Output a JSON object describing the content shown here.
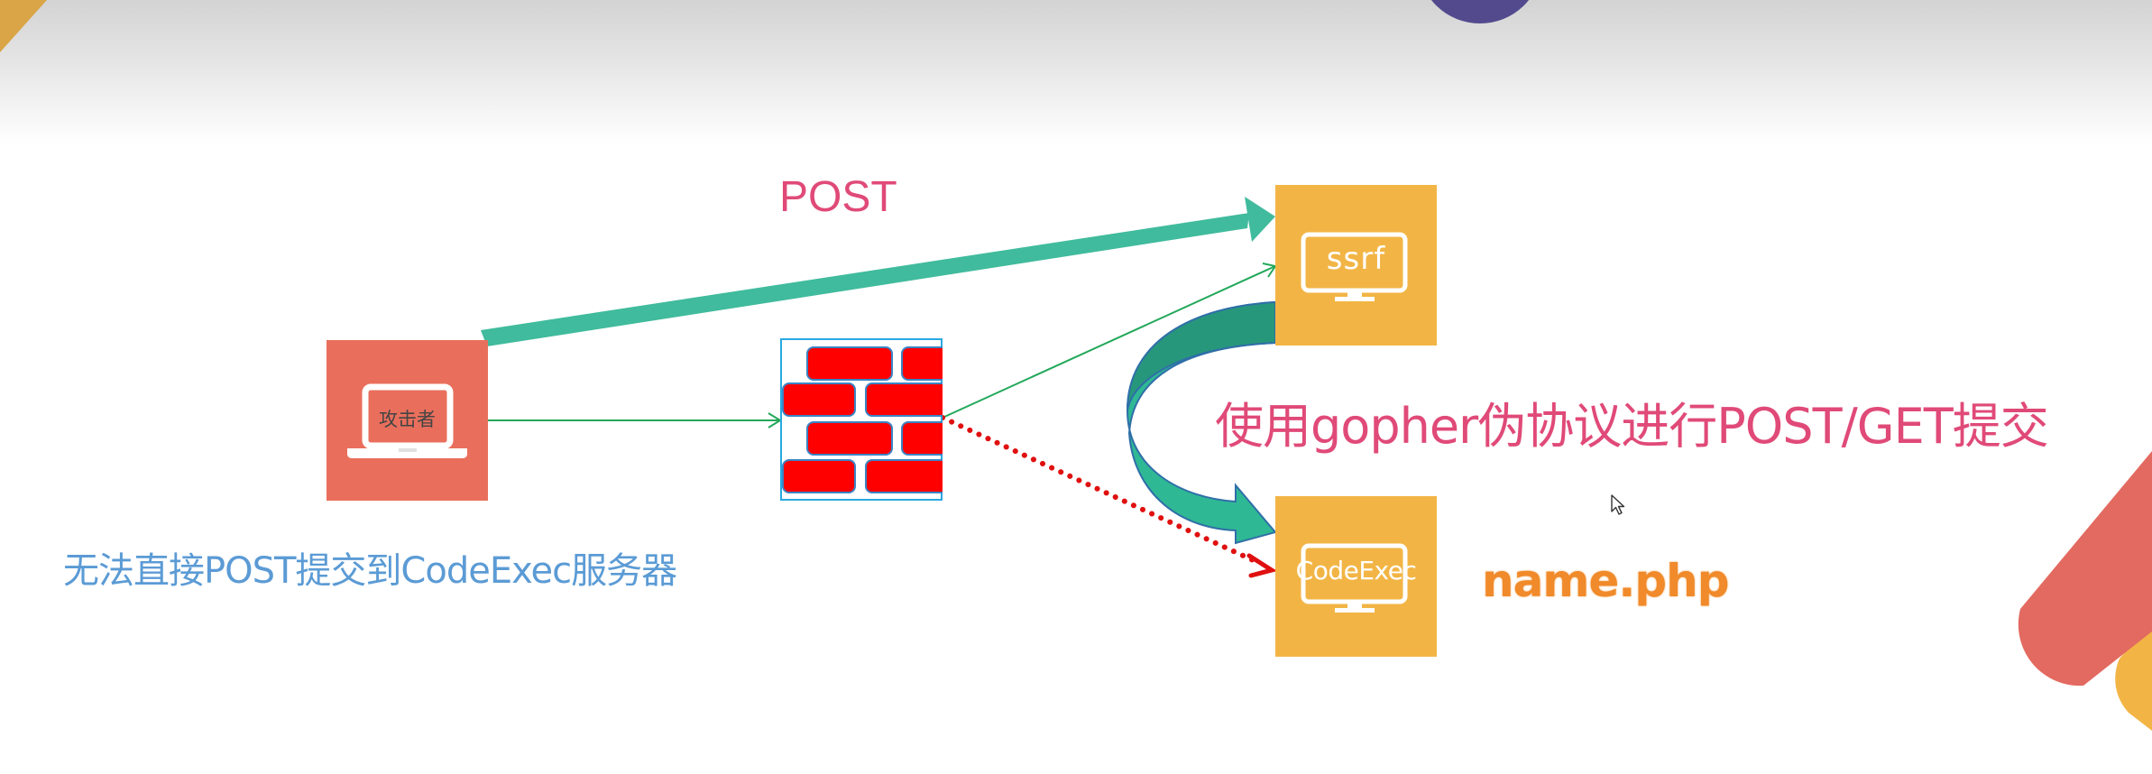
{
  "slide": {
    "title_post": "POST",
    "caption_blocked": "无法直接POST提交到CodeExec服务器",
    "caption_gopher": "使用gopher伪协议进行POST/GET提交",
    "target_file": "name.php"
  },
  "nodes": {
    "attacker": {
      "label": "攻击者",
      "icon": "laptop-icon",
      "color": "#e96f5c"
    },
    "firewall": {
      "icon": "firewall-brick-icon",
      "brick_color": "#ff0000",
      "border_color": "#29a9e0"
    },
    "ssrf": {
      "label": "ssrf",
      "icon": "monitor-icon",
      "color": "#f2b545"
    },
    "codeexec": {
      "label": "CodeExec",
      "icon": "monitor-icon",
      "color": "#f2b545"
    }
  },
  "edges": [
    {
      "from": "attacker",
      "to": "ssrf",
      "style": "thick-arrow",
      "color": "#3dbb9c",
      "label": "POST"
    },
    {
      "from": "attacker",
      "to": "firewall",
      "style": "thin-arrow",
      "color": "#22a85a"
    },
    {
      "from": "firewall",
      "to": "ssrf",
      "style": "thin-arrow",
      "color": "#22a85a"
    },
    {
      "from": "firewall",
      "to": "codeexec",
      "style": "dotted-arrow",
      "color": "#e01010"
    },
    {
      "from": "ssrf",
      "to": "codeexec",
      "style": "curved-arrow",
      "color": "#2fb894"
    }
  ],
  "colors": {
    "accent_pink": "#e04a78",
    "caption_blue": "#5b9bd5",
    "file_orange": "#f08a2a"
  }
}
